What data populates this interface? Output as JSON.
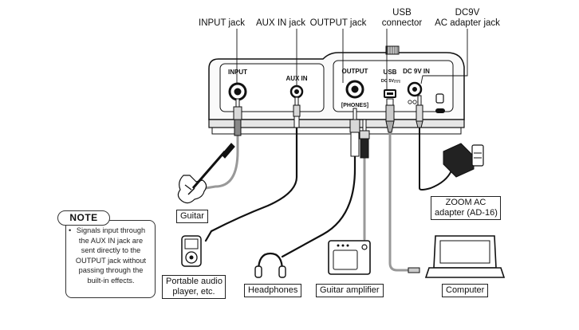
{
  "callouts": {
    "input_jack": "INPUT jack",
    "aux_in_jack": "AUX IN jack",
    "output_jack": "OUTPUT jack",
    "usb_connector": [
      "USB",
      "connector"
    ],
    "dc9v_jack": [
      "DC9V",
      "AC adapter jack"
    ]
  },
  "panel": {
    "input": "INPUT",
    "aux_in": "AUX IN",
    "output": "OUTPUT",
    "phones": "[PHONES]",
    "usb": "USB",
    "usb_rating": "DC 5V",
    "dc9v_in": "DC 9V IN"
  },
  "devices": {
    "guitar": "Guitar",
    "portable_audio": [
      "Portable audio",
      "player, etc."
    ],
    "headphones": "Headphones",
    "guitar_amplifier": "Guitar amplifier",
    "computer": "Computer",
    "ac_adapter": [
      "ZOOM AC",
      "adapter (AD-16)"
    ]
  },
  "note": {
    "title": "NOTE",
    "text": "Signals input through the AUX IN jack are sent directly to the OUTPUT jack without passing through the built-in effects."
  }
}
